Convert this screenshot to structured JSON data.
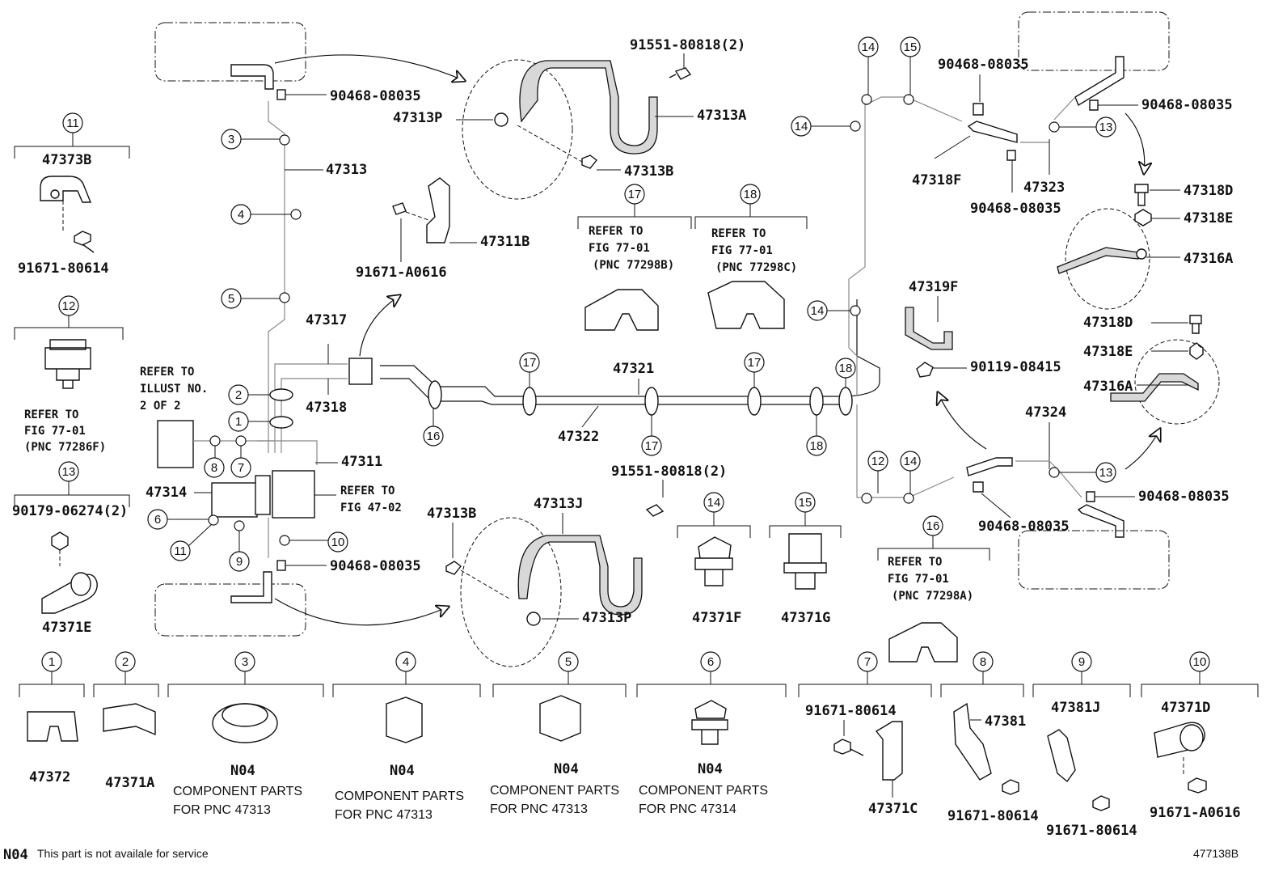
{
  "parts": {
    "p47373B": "47373B",
    "p91671_80614_a": "91671-80614",
    "p90179": "90179-06274(2)",
    "p47371E": "47371E",
    "p90468_a": "90468-08035",
    "p47313": "47313",
    "p47313P_a": "47313P",
    "p91551_a": "91551-80818(2)",
    "p47313A": "47313A",
    "p47313B_a": "47313B",
    "p47311B": "47311B",
    "p91671_A0616_a": "91671-A0616",
    "p47317": "47317",
    "p47318": "47318",
    "p47311": "47311",
    "p47314": "47314",
    "p47321": "47321",
    "p47322": "47322",
    "p90468_b": "90468-08035",
    "p91551_b": "91551-80818(2)",
    "p47313J": "47313J",
    "p47313B_b": "47313B",
    "p47313P_b": "47313P",
    "p47371F": "47371F",
    "p47371G": "47371G",
    "p90468_c": "90468-08035",
    "p90468_d": "90468-08035",
    "p90468_e": "90468-08035",
    "p90468_f": "90468-08035",
    "p90468_g": "90468-08035",
    "p47318F": "47318F",
    "p47323": "47323",
    "p47318D_a": "47318D",
    "p47318E_a": "47318E",
    "p47316A_a": "47316A",
    "p47319F": "47319F",
    "p90119": "90119-08415",
    "p47318D_b": "47318D",
    "p47318E_b": "47318E",
    "p47316A_b": "47316A",
    "p47324": "47324",
    "p47372": "47372",
    "p47371A": "47371A",
    "p91671_80614_b": "91671-80614",
    "p47371C": "47371C",
    "p47381": "47381",
    "p91671_80614_c": "91671-80614",
    "p47381J": "47381J",
    "p91671_80614_d": "91671-80614",
    "p47371D": "47371D",
    "p91671_A0616_b": "91671-A0616"
  },
  "refs": {
    "r12_1": "REFER TO",
    "r12_2": "FIG 77-01",
    "r12_3": "(PNC 77286F)",
    "illus_1": "REFER TO",
    "illus_2": "ILLUST NO.",
    "illus_3": "2 OF 2",
    "fig47_1": "REFER TO",
    "fig47_2": "FIG 47-02",
    "r17_1": "REFER TO",
    "r17_2": "FIG 77-01",
    "r17_3": "(PNC 77298B)",
    "r18_1": "REFER TO",
    "r18_2": "FIG 77-01",
    "r18_3": "(PNC 77298C)",
    "r16_1": "REFER TO",
    "r16_2": "FIG 77-01",
    "r16_3": "(PNC 77298A)"
  },
  "circle_numbers": {
    "n1": "1",
    "n2": "2",
    "n3": "3",
    "n4": "4",
    "n5": "5",
    "n6": "6",
    "n7": "7",
    "n8": "8",
    "n9": "9",
    "n10": "10",
    "n11": "11",
    "n12": "12",
    "n13": "13",
    "n14": "14",
    "n15": "15",
    "n16": "16",
    "n17": "17",
    "n18": "18"
  },
  "components": {
    "n04": "N04",
    "c3_1": "COMPONENT PARTS",
    "c3_2": "FOR PNC 47313",
    "c4_1": "COMPONENT PARTS",
    "c4_2": "FOR PNC 47313",
    "c5_1": "COMPONENT PARTS",
    "c5_2": "FOR PNC 47313",
    "c6_1": "COMPONENT PARTS",
    "c6_2": "FOR PNC 47314"
  },
  "footer": {
    "legend_code": "N04",
    "legend_text": "This part is not availale for service",
    "diagram_id": "477138B"
  }
}
